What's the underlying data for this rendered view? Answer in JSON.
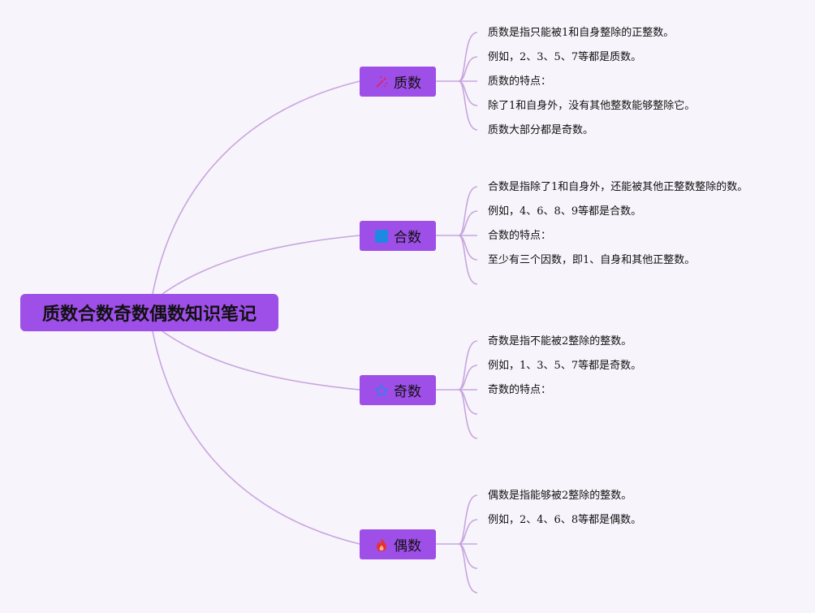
{
  "root": {
    "title": "质数合数奇数偶数知识笔记"
  },
  "topics": [
    {
      "label": "质数",
      "icon": "sparkle-icon",
      "icon_color": "#e0245e",
      "details": [
        "质数是指只能被1和自身整除的正整数。",
        "例如，2、3、5、7等都是质数。",
        "质数的特点：",
        "除了1和自身外，没有其他整数能够整除它。",
        "质数大部分都是奇数。"
      ]
    },
    {
      "label": "合数",
      "icon": "blue-square-icon",
      "icon_color": "#1e88e5",
      "details": [
        "合数是指除了1和自身外，还能被其他正整数整除的数。",
        "例如，4、6、8、9等都是合数。",
        "合数的特点：",
        "至少有三个因数，即1、自身和其他正整数。",
        ""
      ]
    },
    {
      "label": "奇数",
      "icon": "star-outline-icon",
      "icon_color": "#3d7bf2",
      "details": [
        "奇数是指不能被2整除的整数。",
        "例如，1、3、5、7等都是奇数。",
        "奇数的特点：",
        "",
        ""
      ]
    },
    {
      "label": "偶数",
      "icon": "fire-icon",
      "icon_color": "#e5322d",
      "details": [
        "偶数是指能够被2整除的整数。",
        "例如，2、4、6、8等都是偶数。",
        "",
        "",
        ""
      ]
    }
  ],
  "colors": {
    "background": "#f8f4fb",
    "node_fill": "#9e4fe8",
    "edge": "#c7a6df"
  }
}
